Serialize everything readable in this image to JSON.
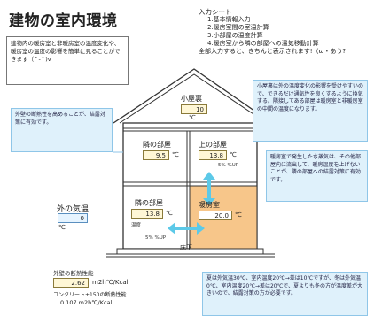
{
  "title": "建物の室内環境",
  "description": "建物内の暖房室と非暖房室の温度変化や、暖房室の温度の影響を簡単に見ることができます（^-^)v",
  "instructions": {
    "heading": "入力シート",
    "items": [
      "1.基本情報入力",
      "2.暖房室間の室温計算",
      "3.小部屋の温度計算",
      "4.暖房室から隣の部屋への温気移動計算"
    ],
    "note": "全部入力すると、きちんと表示されます!（ω・あう?"
  },
  "attic": {
    "label": "小屋裏",
    "value": "10",
    "unit": "℃"
  },
  "next_room_top": {
    "label": "隣の部屋",
    "value": "9.5",
    "unit": "℃"
  },
  "upper_room": {
    "label": "上の部屋",
    "value": "13.8",
    "unit": "℃",
    "up_label": "5% %UP"
  },
  "next_room_bottom": {
    "label": "隣の部屋",
    "value": "13.8",
    "unit": "℃",
    "temp_label": "温度",
    "side_label": "5% %UP"
  },
  "heated_room": {
    "label": "暖房室",
    "value": "20.0",
    "unit": "℃"
  },
  "floor_label": "床下",
  "outside": {
    "label": "外の気温",
    "value": "0",
    "unit": "℃"
  },
  "insulation": {
    "title": "外壁の断熱性能",
    "value": "2.62",
    "unit": "m2h℃/Kcal",
    "sub_label": "コンクリート+150の断熱性能",
    "sub_value": "0.107 m2h℃/Kcal"
  },
  "notes": {
    "left": "外壁の断熱性を高めることが、結露対策に有効です。",
    "right_top": "小屋裏は外の温度変化の影響を受けやすいので、できるだけ通気性を良くするように換気する。隣接してある部屋は暖房室と非暖房室の中間の温度になります。",
    "right_middle": "暖房室で発生した水蒸気は、その他部屋内に流出して、暖房温度を上げないことが、隣の部屋への結露対策に有効です。",
    "bottom_right": "夏は外気温30℃、室内温度20℃→差は10℃ですが、冬は外気温0℃、室内温度20℃→差は20℃で、夏よりも冬の方が温度差が大きいので、結露対策の方が必要です。"
  },
  "colors": {
    "heated": "#f7c68a",
    "outline": "#333333",
    "arrow": "#5cc9e8",
    "note_bg": "#dff1fb"
  }
}
